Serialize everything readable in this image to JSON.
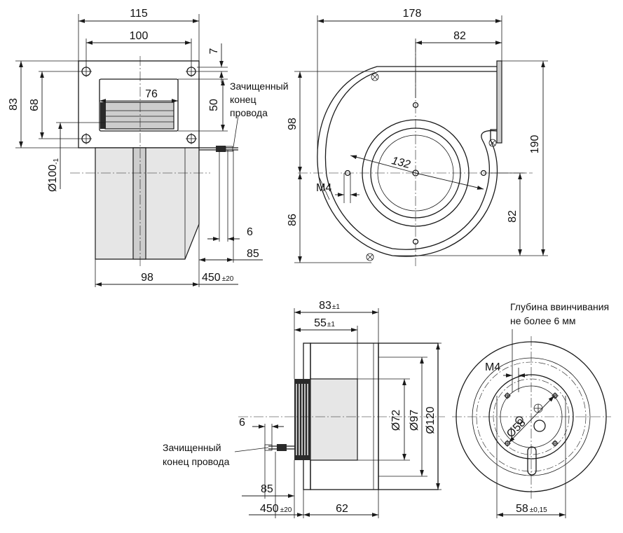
{
  "front_view": {
    "dim_width_outer": "115",
    "dim_width_holes": "100",
    "dim_opening": "76",
    "dim_height_outer": "83",
    "dim_height_holes": "68",
    "dim_hole_offset": "7",
    "dim_opening_height": "50",
    "dim_outlet_dia": "Ø100",
    "dim_outlet_dia_tol": "-1",
    "dim_body_width": "98",
    "dim_wire_strip": "6",
    "dim_wire_lead": "85",
    "dim_wire_length": "450",
    "dim_wire_length_tol": "±20",
    "note_stripped_line1": "Зачищенный",
    "note_stripped_line2": "конец",
    "note_stripped_line3": "провода"
  },
  "side_view": {
    "dim_total_width": "178",
    "dim_center_to_outlet": "82",
    "dim_upper_height": "98",
    "dim_lower_height": "86",
    "dim_total_height": "190",
    "dim_center_to_bottom": "82",
    "dim_hole_circle": "132",
    "label_thread": "M4"
  },
  "bottom_left_view": {
    "dim_depth": "83",
    "dim_depth_tol": "±1",
    "dim_motor": "55",
    "dim_motor_tol": "±1",
    "dim_dia_72": "Ø72",
    "dim_dia_97": "Ø97",
    "dim_dia_120": "Ø120",
    "dim_wire_strip": "6",
    "dim_wire_lead": "85",
    "dim_wire_length": "450",
    "dim_wire_length_tol": "±20",
    "dim_base": "62",
    "note_stripped_line1": "Зачищенный",
    "note_stripped_line2": "конец провода"
  },
  "bottom_right_view": {
    "note_depth_line1": "Глубина ввинчивания",
    "note_depth_line2": "не более 6 мм",
    "label_thread": "M4",
    "dim_bolt_circle": "Ø58",
    "dim_spacing": "58",
    "dim_spacing_tol": "±0,15"
  }
}
